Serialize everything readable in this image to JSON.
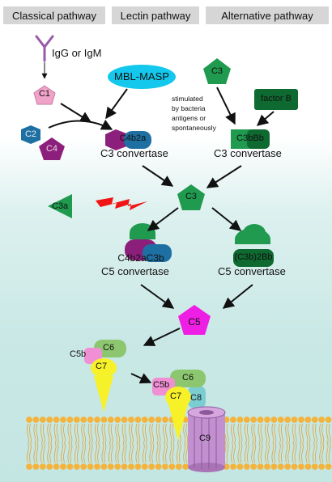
{
  "headers": {
    "classical": "Classical pathway",
    "lectin": "Lectin pathway",
    "alternative": "Alternative pathway"
  },
  "labels": {
    "antibody": "IgG or IgM",
    "c1": "C1",
    "mbl_masp": "MBL-MASP",
    "c3_top": "C3",
    "factor_b": "factor B",
    "stimulated": "stimulated\nby bacteria\nantigens or\nspontaneously",
    "c2": "C2",
    "c4": "C4",
    "c4b2a": "C4b2a",
    "c3bbb": "C3bBb",
    "c3_convertase_left": "C3 convertase",
    "c3_convertase_right": "C3 convertase",
    "c3_center": "C3",
    "c3a": "C3a",
    "c4b2ac3b": "C4b2aC3b",
    "c3b2bb": "(C3b)2Bb",
    "c5_convertase_left": "C5 convertase",
    "c5_convertase_right": "C5 convertase",
    "c5": "C5",
    "c5b_left": "C5b",
    "c6_left": "C6",
    "c7_left": "C7",
    "c5b_right": "C5b",
    "c6_right": "C6",
    "c7_right": "C7",
    "c8": "C8",
    "c9": "C9"
  },
  "colors": {
    "header_bg": "#d6d6d6",
    "c1_pink": "#f0a3c8",
    "mbl_cyan": "#13c8ec",
    "c3_green": "#1f9a4e",
    "factor_b_darkgreen": "#0e6a30",
    "c2_blue": "#1e6fa2",
    "c4_purple": "#8d1f7c",
    "c3a_green": "#1f9a4e",
    "c5_magenta": "#ee1ee4",
    "c6_lightgreen": "#8cc66f",
    "c5b_pink": "#f08fd3",
    "c7_yellow": "#f7f12a",
    "c8_teal": "#7ccdd1",
    "c9_mauve": "#c28fcf",
    "lipid_head": "#f4b43c",
    "arrow": "#111111",
    "lightning_red": "#f01414"
  }
}
